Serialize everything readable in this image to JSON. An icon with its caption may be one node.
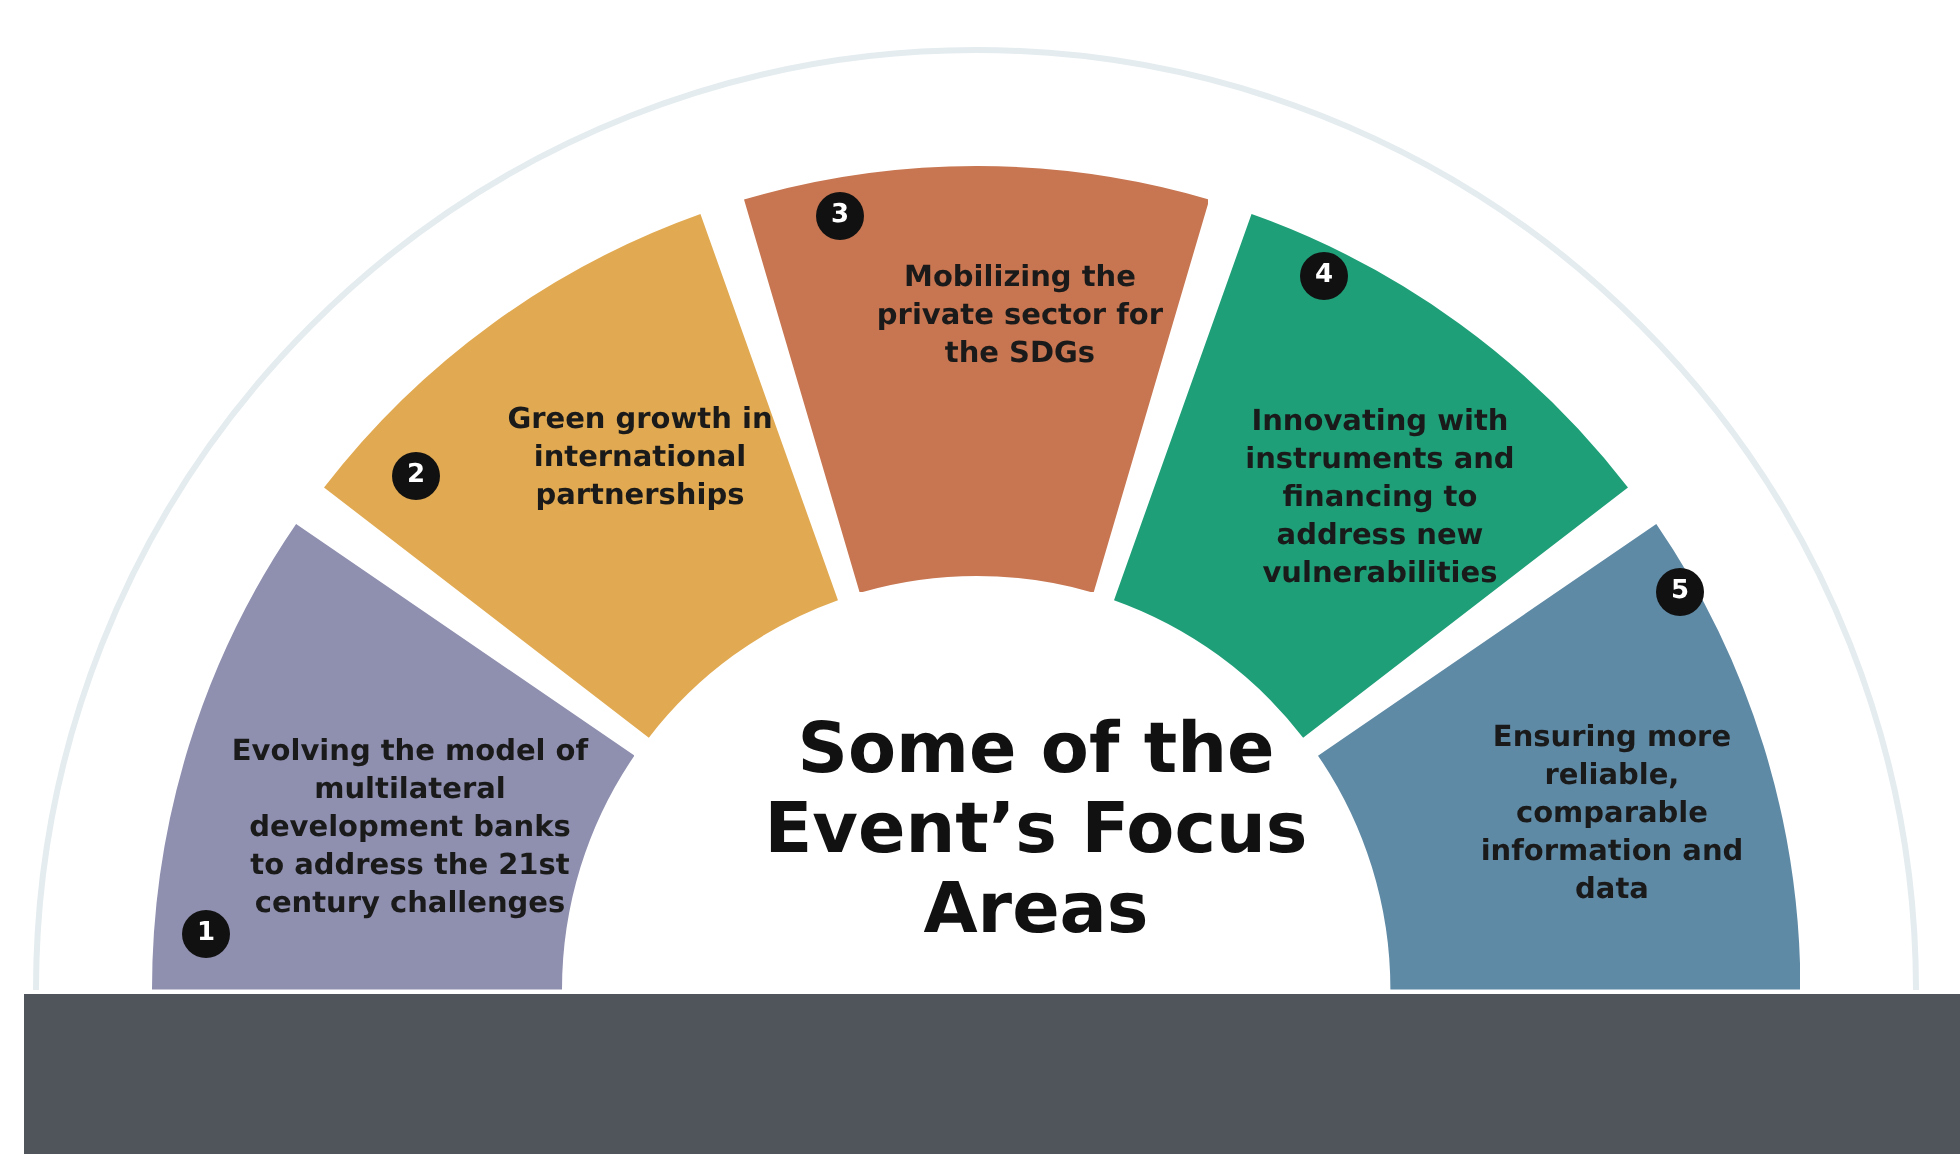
{
  "diagram": {
    "nodes": [
      {
        "text": [
          "Evolving the model of multilateral development banks to address the 21st century challenges"
        ]
      },
      {
        "text": [
          "1"
        ],
        "in": 0
      },
      {
        "text": [
          "Green growth in international partnerships"
        ]
      },
      {
        "text": [
          "2"
        ],
        "in": 2
      },
      {
        "text": [
          "Mobilizing the private sector for the SDGs"
        ]
      },
      {
        "text": [
          "3"
        ],
        "in": 4
      },
      {
        "text": [
          "Innovating with instruments and financing to address new vulnerabilities"
        ]
      },
      {
        "text": [
          "4"
        ],
        "in": 6
      },
      {
        "text": [
          "Ensuring more reliable, comparable information and data"
        ]
      },
      {
        "text": [
          "5"
        ],
        "in": 8
      },
      {
        "text": [
          "Some of the Event’s Focus Areas"
        ]
      }
    ]
  }
}
